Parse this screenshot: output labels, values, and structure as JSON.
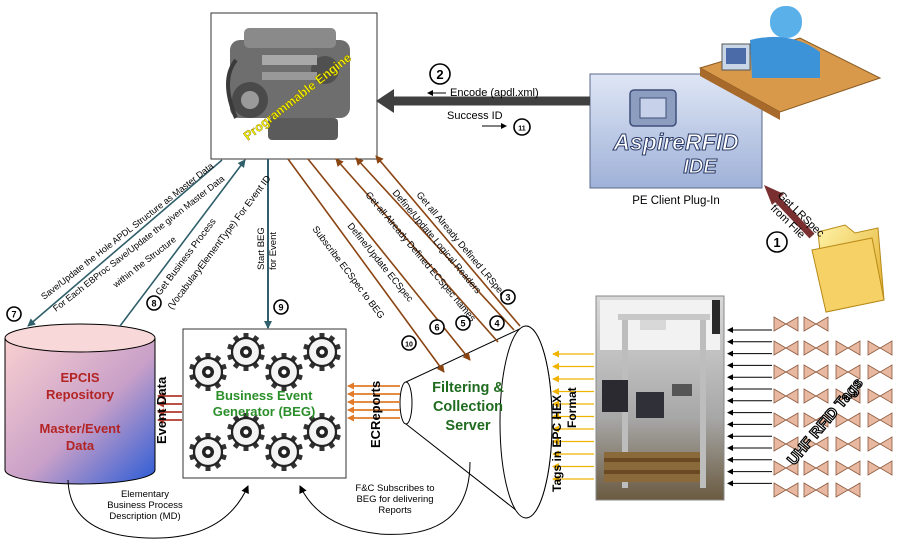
{
  "engine": {
    "label": "Programmable Engine"
  },
  "aspire": {
    "logo_text": "AspireRFID",
    "logo_sub": "IDE",
    "caption": "PE Client Plug-In"
  },
  "top_messages": {
    "encode": "Encode (apdl.xml)",
    "success": "Success ID"
  },
  "file": {
    "label_line1": "Get LRSpec",
    "label_line2": "from File"
  },
  "repo": {
    "line1": "EPCIS",
    "line2": "Repository",
    "line3": "Master/Event",
    "line4": "Data"
  },
  "beg": {
    "line1": "Business Event",
    "line2": "Generator (BEG)"
  },
  "fc": {
    "line1": "Filtering &",
    "line2": "Collection",
    "line3": "Server"
  },
  "side_labels": {
    "event_data": "Event Data",
    "ecreports": "ECReports",
    "tags_hex_line1": "Tags in EPC HEX",
    "tags_hex_line2": "Format",
    "uhf_tags": "UHF RFID Tags"
  },
  "steps": {
    "s1": "1",
    "s2": "2",
    "s3": "3",
    "s4": "4",
    "s5": "5",
    "s6": "6",
    "s7": "7",
    "s8": "8",
    "s9": "9",
    "s10": "10",
    "s11": "11"
  },
  "flow_labels": {
    "get_lrspecs": "Get all Already Defined LRSpecs",
    "define_readers": "Define/Update Logical Readers",
    "get_ecspec_names": "Get all Already Defined ECSpec names",
    "define_ecspec": "Define/Update ECSpec",
    "subscribe_ecspec": "Subscribe ECSpec to BEG",
    "start_beg_line1": "Start BEG",
    "start_beg_line2": "for Event",
    "get_bp_line1": "Get Business Process",
    "get_bp_line2": "(VocabularyElementType) For Event ID",
    "save_line1": "Save/Update the Hole APDL Structure as Master Data",
    "save_line2": "For Each EBProc Save/Update the given Master Data",
    "save_line3": "within the Structure"
  },
  "bottom_labels": {
    "md_line1": "Elementary",
    "md_line2": "Business Process",
    "md_line3": "Description (MD)",
    "fc_sub_line1": "F&C Subscribes to",
    "fc_sub_line2": "BEG for delivering",
    "fc_sub_line3": "Reports"
  },
  "colors": {
    "brown_arrow": "#8b4513",
    "teal_arrow": "#2f5f6a",
    "orange_arrow": "#e07b2a",
    "event_red": "#b03a2e",
    "tag_orange": "#f0b400",
    "engine_label": "#f2f200",
    "repo_fill_top": "#f4c6c6",
    "repo_fill_bottom": "#2a5bd6",
    "beg_text": "#2a8f2a",
    "fc_text": "#1f6b1f",
    "aspire_panel": "#c8d4ec"
  }
}
